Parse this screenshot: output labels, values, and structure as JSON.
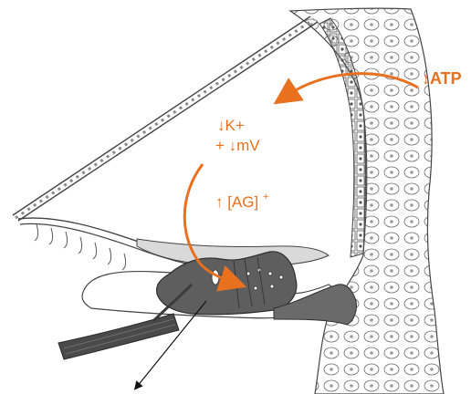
{
  "labels": {
    "atp": "↓ATP",
    "potassium": "↓K+",
    "potential": "+ ↓mV",
    "aminoglycoside": "↑ [AG]",
    "aminoglycoside_charge": "+"
  },
  "colors": {
    "accent": "#e8701e",
    "tissue_line": "#444444",
    "organ_fill": "#5e5e5e",
    "membrane_fill": "#d9d9d9",
    "background": "#ffffff"
  }
}
